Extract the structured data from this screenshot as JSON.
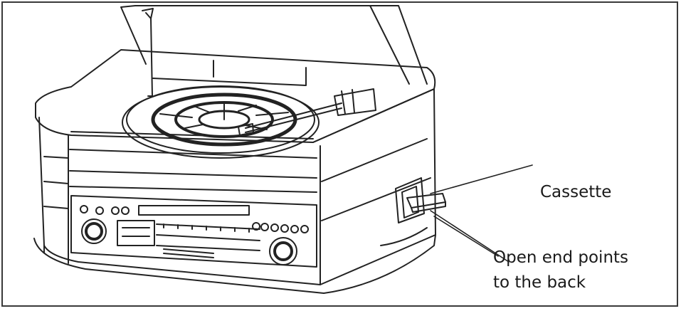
{
  "callouts": {
    "cassette": "Cassette",
    "open_end_line1": "Open end points",
    "open_end_line2": "to the back"
  },
  "colors": {
    "ink": "#1a1a1a",
    "background": "#ffffff"
  }
}
